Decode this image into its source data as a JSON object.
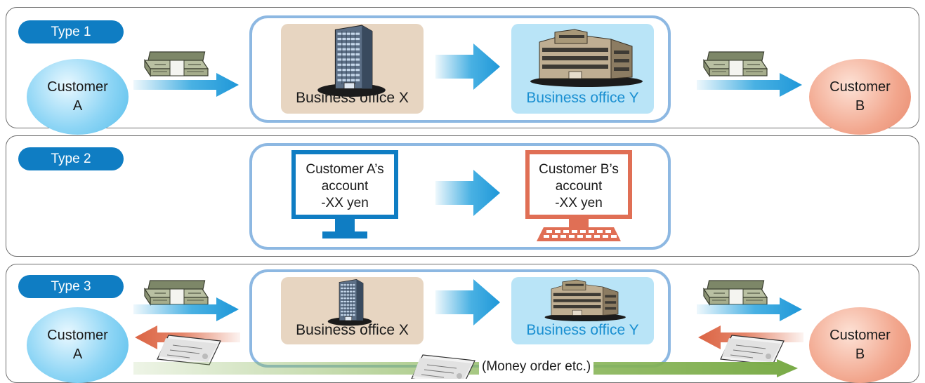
{
  "colors": {
    "tag": "#0f7dc3",
    "group_border": "#8db8e2",
    "office_x_bg": "#e7d5c1",
    "office_y_bg": "#b9e4f7",
    "office_y_text": "#1a8fd1",
    "arrow_blue": "#29a3de",
    "arrow_red": "#e07050",
    "arrow_green": "#8ab65a",
    "customer_a": "#8dd5f5",
    "customer_b": "#f2a68d",
    "monitor_a": "#0f7dc3",
    "monitor_b": "#e06f55"
  },
  "type1": {
    "tag": "Type 1",
    "customer_a": "Customer\nA",
    "customer_b": "Customer\nB",
    "office_x": "Business office X",
    "office_y": "Business office Y"
  },
  "type2": {
    "tag": "Type 2",
    "account_a": "Customer A’s\naccount\n-XX yen",
    "account_b": "Customer B’s\naccount\n-XX yen"
  },
  "type3": {
    "tag": "Type 3",
    "customer_a": "Customer\nA",
    "customer_b": "Customer\nB",
    "office_x": "Business office X",
    "office_y": "Business office Y",
    "money_order": "(Money order etc.)"
  }
}
